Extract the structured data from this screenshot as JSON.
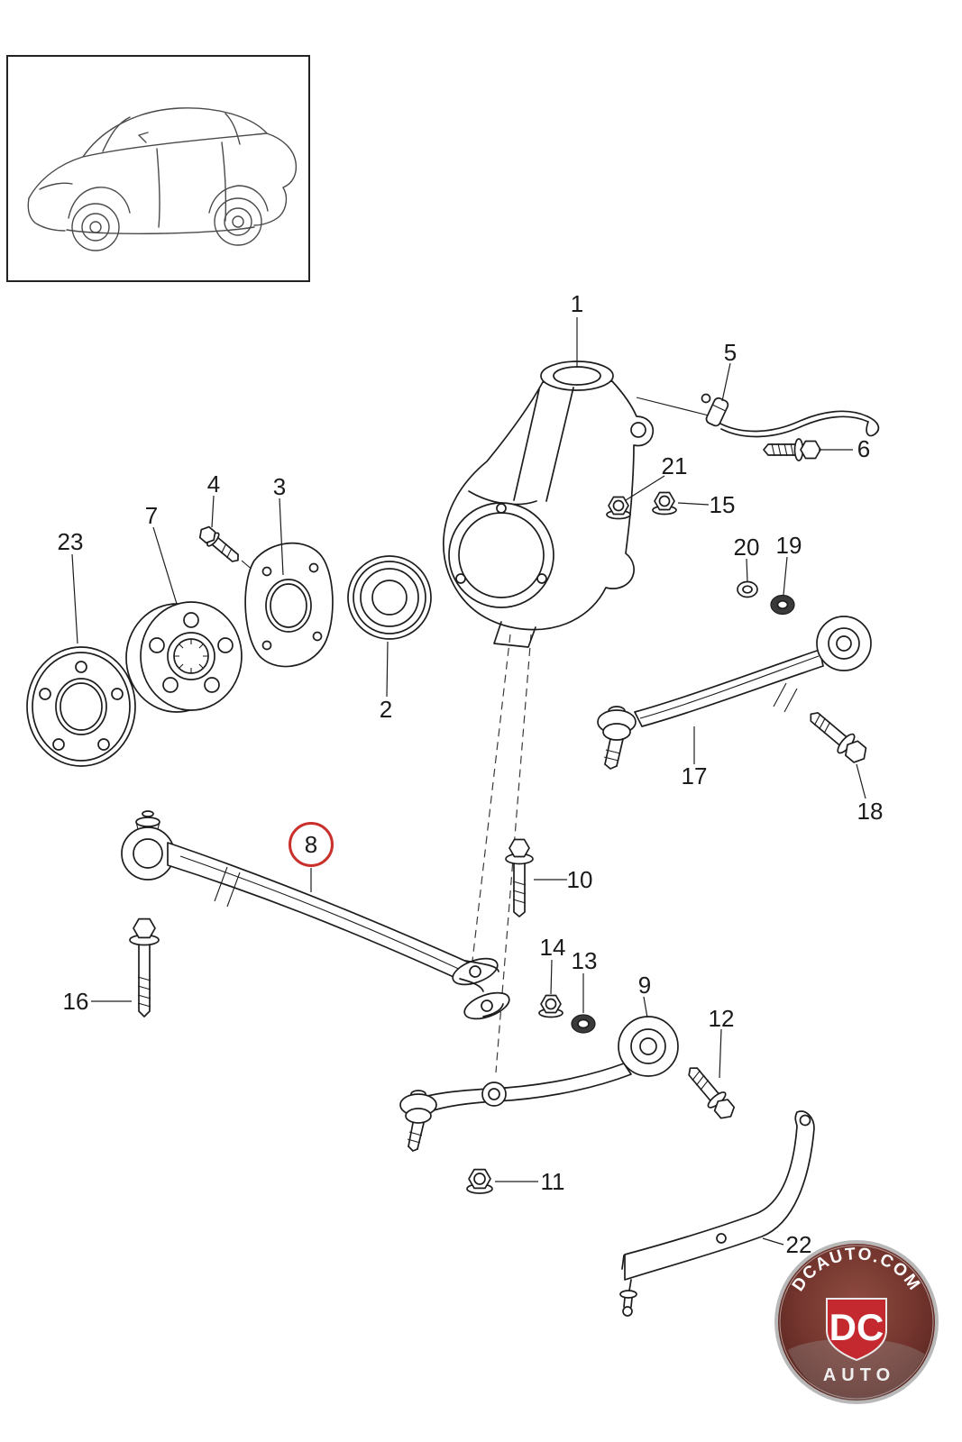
{
  "page": {
    "background": "#ffffff"
  },
  "inset": {
    "icon": "car-three-quarter-view"
  },
  "callouts": {
    "c1": "1",
    "c2": "2",
    "c3": "3",
    "c4": "4",
    "c5": "5",
    "c6": "6",
    "c7": "7",
    "c8": "8",
    "c9": "9",
    "c10": "10",
    "c11": "11",
    "c12": "12",
    "c13": "13",
    "c14": "14",
    "c15": "15",
    "c16": "16",
    "c17": "17",
    "c18": "18",
    "c19": "19",
    "c20": "20",
    "c21": "21",
    "c22": "22",
    "c23": "23"
  },
  "highlight": {
    "callout": "8",
    "color": "#c9302c"
  },
  "watermark": {
    "domain_text": "DCAUTO.COM",
    "initials": "DC",
    "name": "AUTO",
    "badge_color": "#5f1f19",
    "shield_color": "#c01e23",
    "ring_color": "#b5b5b5",
    "text_color": "#ffffff"
  }
}
